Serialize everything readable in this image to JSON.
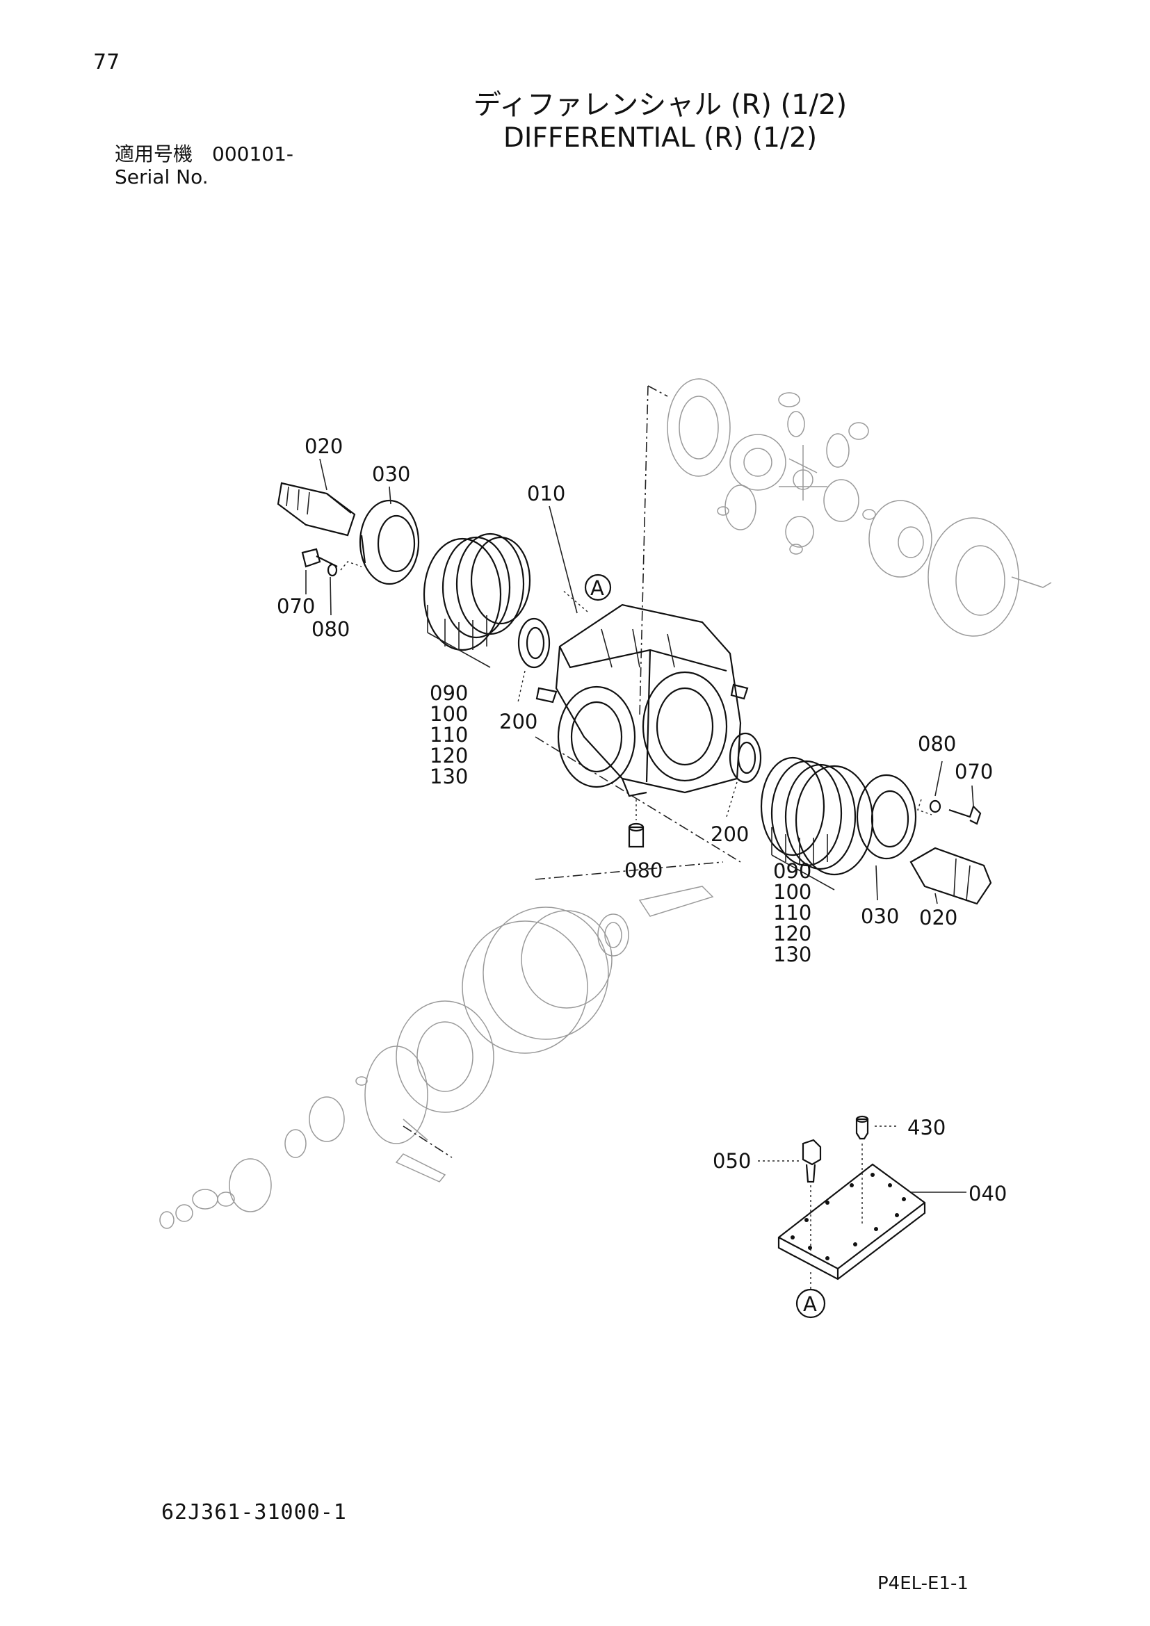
{
  "page_number": "77",
  "title_jp": "ディファレンシャル (R) (1/2)",
  "title_en": "DIFFERENTIAL (R) (1/2)",
  "serial": {
    "label_jp": "適用号機",
    "value": "000101-",
    "label_en": "Serial No."
  },
  "part_labels": {
    "p020a": "020",
    "p030a": "030",
    "p010": "010",
    "p070a": "070",
    "p080a": "080",
    "stack_a": [
      "090",
      "100",
      "110",
      "120",
      "130"
    ],
    "p200a": "200",
    "p080b": "080",
    "p070b": "070",
    "p200b": "200",
    "p080c": "080",
    "stack_b": [
      "090",
      "100",
      "110",
      "120",
      "130"
    ],
    "p030b": "030",
    "p020b": "020",
    "p430": "430",
    "p050": "050",
    "p040": "040",
    "ref_a": "A"
  },
  "part_code": "62J361-31000-1",
  "page_code": "P4EL-E1-1"
}
